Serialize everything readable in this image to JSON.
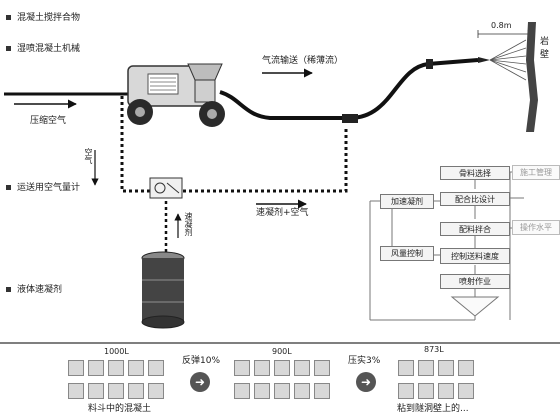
{
  "legend": {
    "items": [
      "混凝土搅拌合物",
      "湿喷混凝土机械",
      "运送用空气量计",
      "液体速凝剂"
    ]
  },
  "labels": {
    "compressed_air": "压缩空气",
    "airflow_transport": "气流输送（稀薄流）",
    "distance": "0.8m",
    "rock_wall": "岩\n壁",
    "accelerant_plus_air": "速凝剂+空气",
    "air_vertical": "空气",
    "accelerant_vertical": "速凝剂"
  },
  "flowchart": {
    "main": [
      "骨料选择",
      "配合比设计",
      "配料拌合",
      "控制送料速度",
      "喷射作业"
    ],
    "left": [
      "加速凝剂",
      "风量控制"
    ],
    "right": [
      "施工管理",
      "操作水平"
    ]
  },
  "bottom": {
    "stages": [
      {
        "volume": "1000L",
        "caption": "料斗中的混凝土"
      },
      {
        "volume": "900L",
        "caption": ""
      },
      {
        "volume": "873L",
        "caption": "粘到隧洞壁上的..."
      }
    ],
    "arrows": [
      {
        "label": "反弹10%"
      },
      {
        "label": "压实3%"
      }
    ]
  }
}
